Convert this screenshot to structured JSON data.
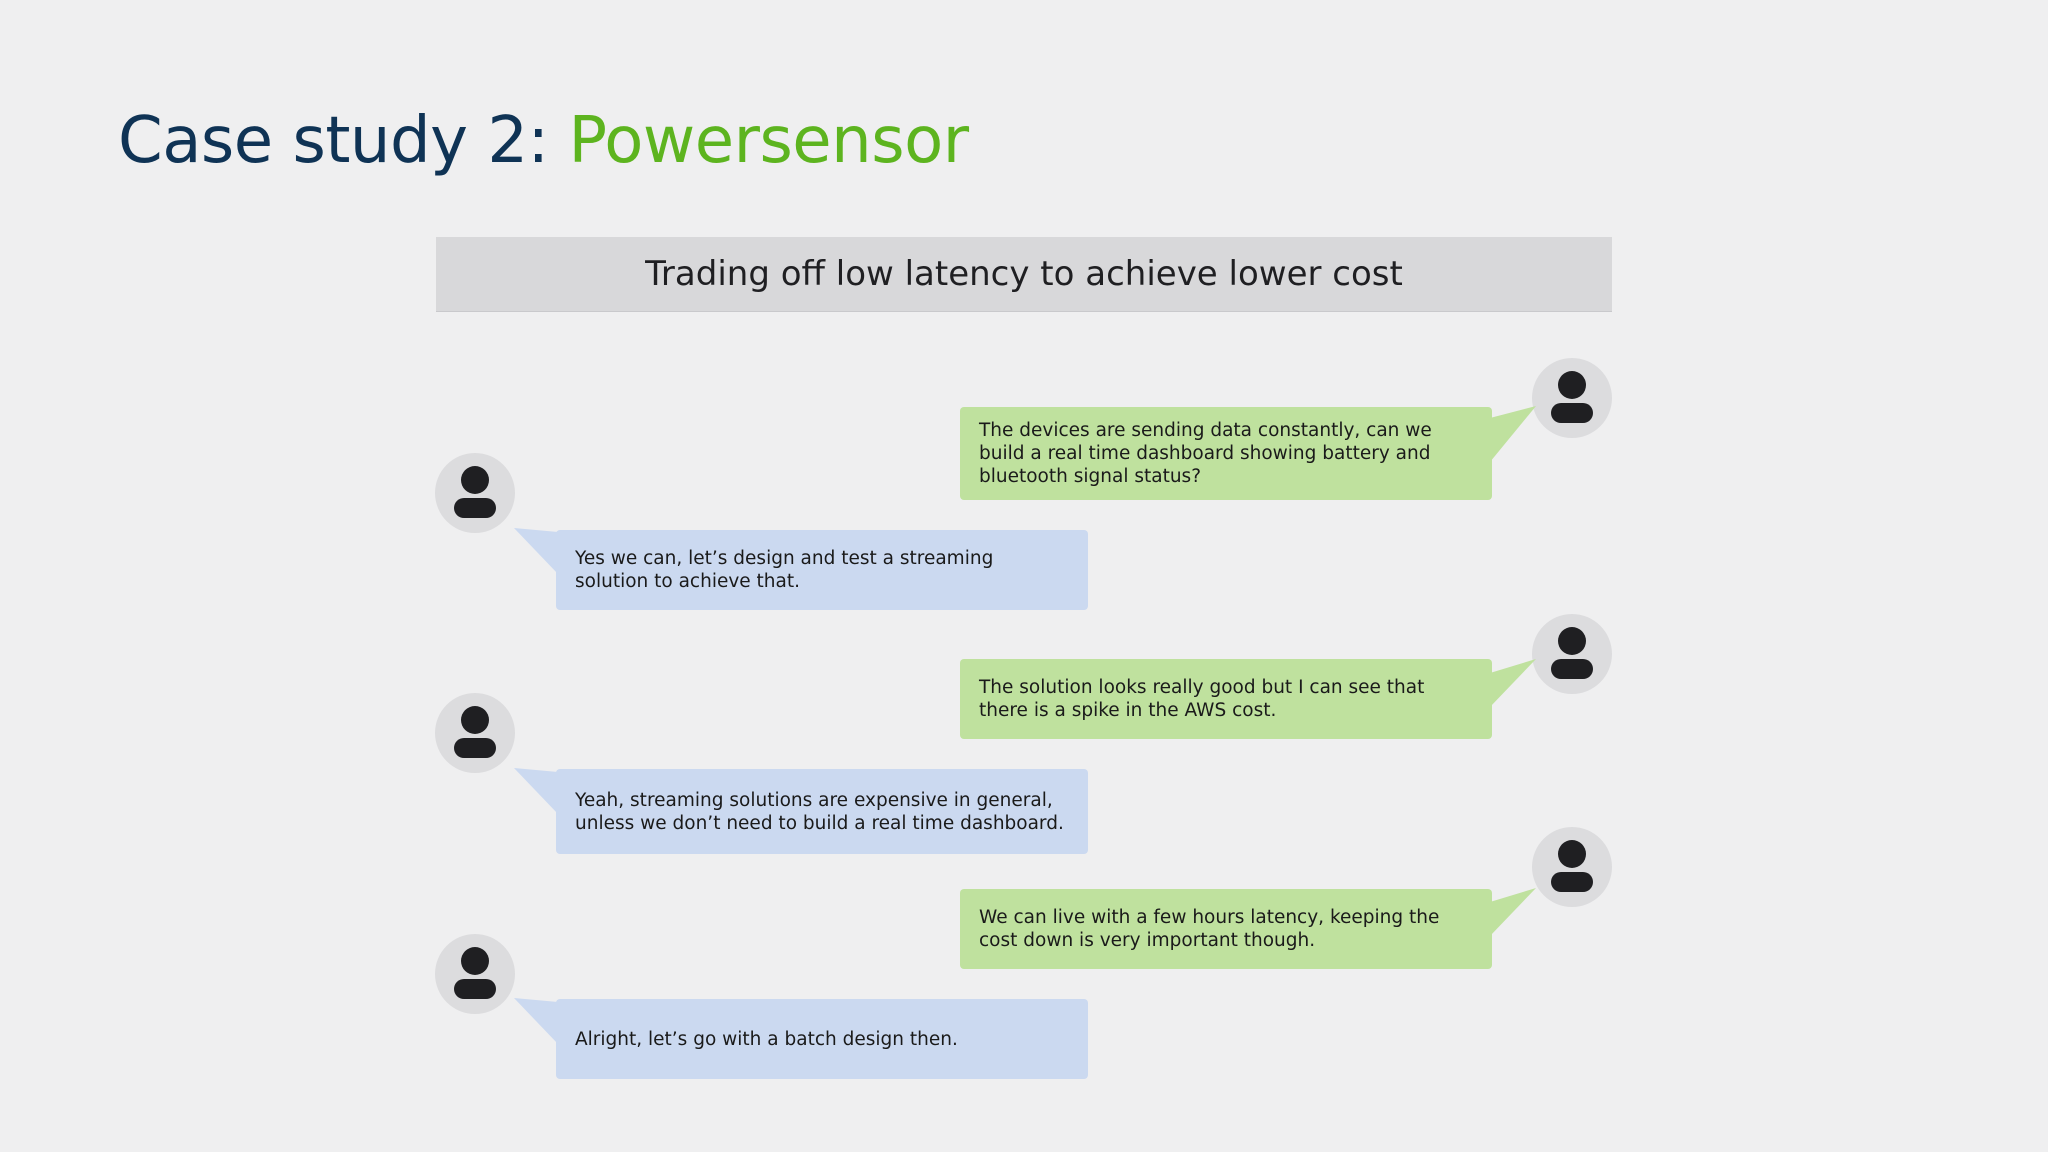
{
  "title": {
    "prefix": "Case study 2: ",
    "highlight": "Powersensor"
  },
  "banner": {
    "text": "Trading off low latency to achieve lower cost"
  },
  "colors": {
    "title_dark": "#0f3355",
    "title_green": "#5db41f",
    "bubble_green": "#bfe19e",
    "bubble_blue": "#cbd9f0",
    "avatar_bg": "#dcdcde",
    "avatar_figure": "#1f1f22"
  },
  "conversation": [
    {
      "speaker": "client",
      "icon": "user-icon",
      "text": "The devices are sending data constantly, can we build a real time dashboard showing battery and bluetooth signal status?"
    },
    {
      "speaker": "engineer",
      "icon": "user-icon",
      "text": "Yes we can, let’s design and test a streaming solution to achieve that."
    },
    {
      "speaker": "client",
      "icon": "user-icon",
      "text": "The solution looks really good but I can see that there is a spike in the AWS cost."
    },
    {
      "speaker": "engineer",
      "icon": "user-icon",
      "text": "Yeah, streaming solutions are expensive in general, unless we don’t need to build a real time dashboard."
    },
    {
      "speaker": "client",
      "icon": "user-icon",
      "text": "We can live with a few hours latency, keeping the cost down is very important though."
    },
    {
      "speaker": "engineer",
      "icon": "user-icon",
      "text": "Alright, let’s go with a batch design then."
    }
  ]
}
